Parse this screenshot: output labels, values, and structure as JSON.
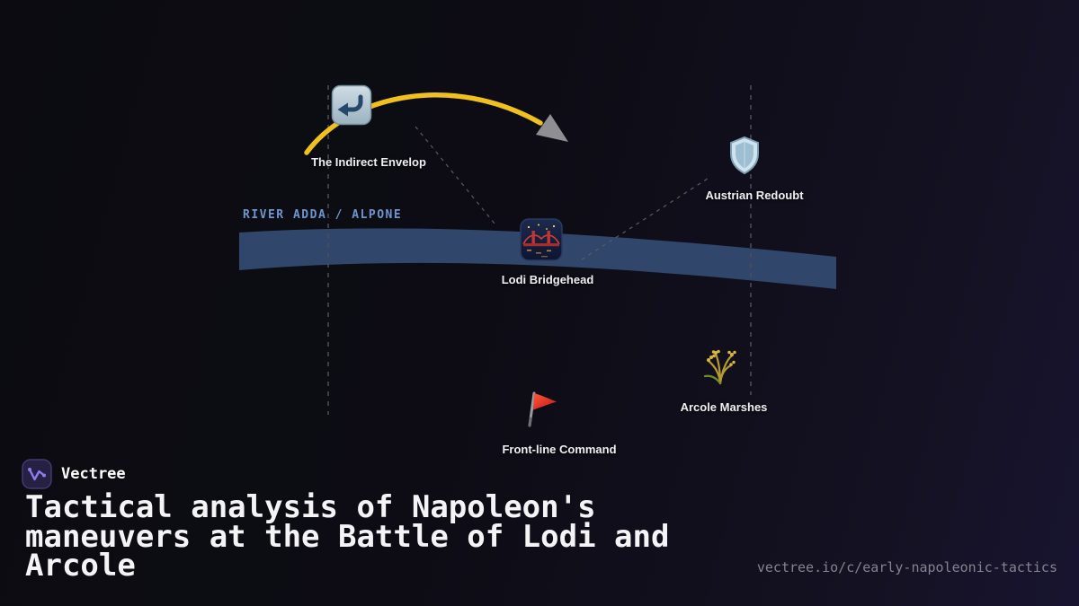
{
  "brand": {
    "name": "Vectree"
  },
  "title": {
    "lines": [
      "Tactical analysis of Napoleon's",
      "maneuvers at the Battle of Lodi and",
      "Arcole"
    ]
  },
  "footer": {
    "url": "vectree.io/c/early-napoleonic-tactics"
  },
  "map": {
    "river_label": "RIVER ADDA / ALPONE",
    "nodes": [
      {
        "id": "indirect-envelop",
        "label": "The Indirect Envelop",
        "icon": "u-turn-arrow-icon"
      },
      {
        "id": "lodi-bridgehead",
        "label": "Lodi Bridgehead",
        "icon": "bridge-at-night-icon"
      },
      {
        "id": "austrian-redoubt",
        "label": "Austrian Redoubt",
        "icon": "shield-icon"
      },
      {
        "id": "arcole-marshes",
        "label": "Arcole Marshes",
        "icon": "sheaf-of-rice-icon"
      },
      {
        "id": "front-line-command",
        "label": "Front-line Command",
        "icon": "triangular-flag-icon"
      }
    ]
  },
  "colors": {
    "arrow": "#f0c11e",
    "arrowhead": "#8e8e93",
    "river": "#30466a",
    "river_label": "#6f95cf",
    "background": "#0c0b12",
    "label_text": "#eef0f2",
    "url_text": "#84848e"
  }
}
